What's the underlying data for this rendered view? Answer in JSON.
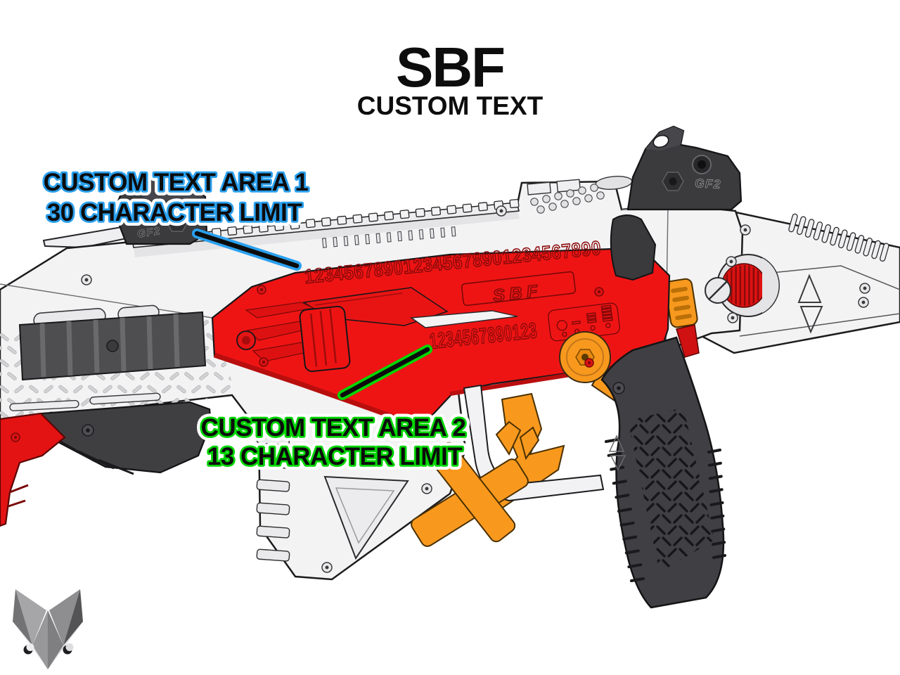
{
  "header": {
    "title": "SBF",
    "subtitle": "CUSTOM TEXT"
  },
  "annotations": {
    "area1": {
      "line1": "CUSTOM TEXT AREA 1",
      "line2": "30 CHARACTER LIMIT",
      "outline_color": "#2AA0EE"
    },
    "area2": {
      "line1": "CUSTOM TEXT AREA 2",
      "line2": "13 CHARACTER LIMIT",
      "outline_color": "#04D604"
    }
  },
  "blaster": {
    "engraving_area1": "123456789012345678901234567890",
    "engraving_area2": "1234567890123",
    "model_badge": "SBF",
    "rear_sight_brand": "GF2",
    "front_sight_brand": "GF2",
    "colors": {
      "custom_panel_red": "#EF1414",
      "engraving_stroke": "#8B0A0A",
      "accent_orange": "#F8991E",
      "furniture_black": "#3B3B3D",
      "body_white": "#F3F3F4",
      "foregrip_red": "#E41313"
    }
  },
  "logo": {
    "name": "fox-logo"
  }
}
